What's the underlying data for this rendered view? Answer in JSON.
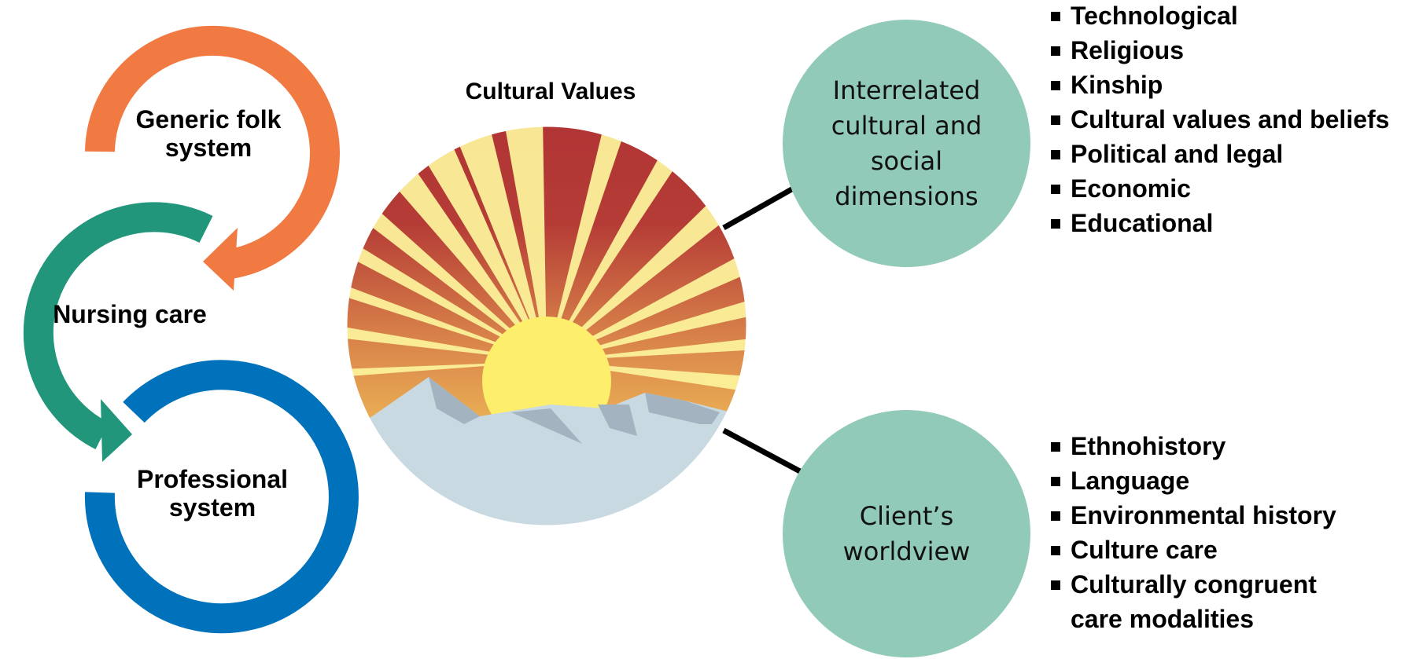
{
  "title": "Cultural Values",
  "cycle": {
    "items": [
      {
        "label": "Generic folk system",
        "line1": "Generic folk",
        "line2": "system",
        "color": "#f07a42"
      },
      {
        "label": "Nursing care",
        "line1": "Nursing care",
        "color": "#21967a"
      },
      {
        "label": "Professional system",
        "line1": "Professional",
        "line2": "system",
        "color": "#0072bb"
      }
    ]
  },
  "sunrise": {
    "sky_top_color": "#b03434",
    "sky_bottom_color": "#f7e26a",
    "sun_color": "#fdee6c",
    "mountain_color": "#c8d9e2",
    "mountain_shadow_color": "#a3b3bf"
  },
  "dimensions": {
    "circle_label": "Interrelated cultural and social dimensions",
    "lines": [
      "Interrelated",
      "cultural and",
      "social",
      "dimensions"
    ],
    "circle_color": "#91cab9",
    "items": [
      "Technological",
      "Religious",
      "Kinship",
      "Cultural values and beliefs",
      "Political and legal",
      "Economic",
      "Educational"
    ]
  },
  "worldview": {
    "circle_label": "Client’s worldview",
    "lines": [
      "Client’s",
      "worldview"
    ],
    "circle_color": "#91cab9",
    "items": [
      "Ethnohistory",
      "Language",
      "Environmental history",
      "Culture care",
      "Culturally congruent care modalities"
    ]
  }
}
